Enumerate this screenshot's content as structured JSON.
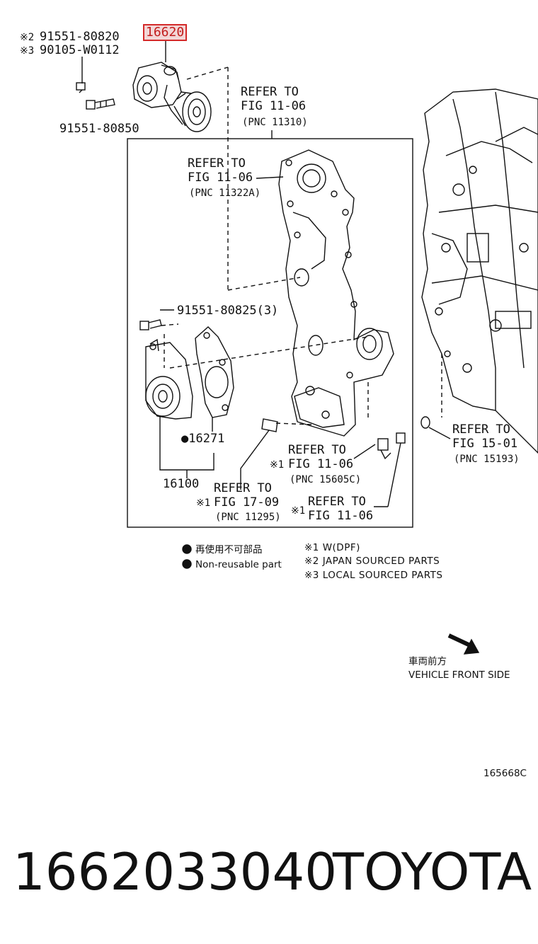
{
  "diagram": {
    "part_highlight": "16620",
    "labels": {
      "tl_1_mark": "※2",
      "tl_1_num": "91551-80820",
      "tl_2_mark": "※3",
      "tl_2_num": "90105-W0112",
      "bolt_80850": "91551-80850",
      "refer_top_1": "REFER TO",
      "refer_top_2": "FIG 11-06",
      "refer_top_3": "(PNC 11310)",
      "refer_inner_1": "REFER TO",
      "refer_inner_2": "FIG 11-06",
      "refer_inner_3": "(PNC 11322A)",
      "bolt_80825": "91551-80825(3)",
      "gasket": "●16271",
      "pump": "16100",
      "refer_1509_1": "REFER TO",
      "refer_1509_2": "FIG 15-01",
      "refer_1509_3": "(PNC 15193)",
      "refer_1605_1": "REFER TO",
      "refer_1605_mark": "※1",
      "refer_1605_2": "FIG 11-06",
      "refer_1605_3": "(PNC 15605C)",
      "refer_1709_1": "REFER TO",
      "refer_1709_mark": "※1",
      "refer_1709_2": "FIG 17-09",
      "refer_1709_3": "(PNC 11295)",
      "refer_bot_mark": "※1",
      "refer_bot_1": "REFER TO",
      "refer_bot_2": "FIG 11-06"
    },
    "legend": {
      "nonreuse_jp": "再使用不可部品",
      "nonreuse_en": "Non-reusable part",
      "note1": "※1 W(DPF)",
      "note2": "※2 JAPAN SOURCED PARTS",
      "note3": "※3 LOCAL SOURCED PARTS"
    },
    "direction": {
      "jp": "車両前方",
      "en": "VEHICLE FRONT SIDE"
    },
    "figure_id": "165668C"
  },
  "footer": {
    "part_number": "1662033040",
    "brand": "TOYOTA"
  },
  "colors": {
    "line": "#111111",
    "highlight_border": "#d42a2a",
    "highlight_fill": "#f3d7d7"
  }
}
